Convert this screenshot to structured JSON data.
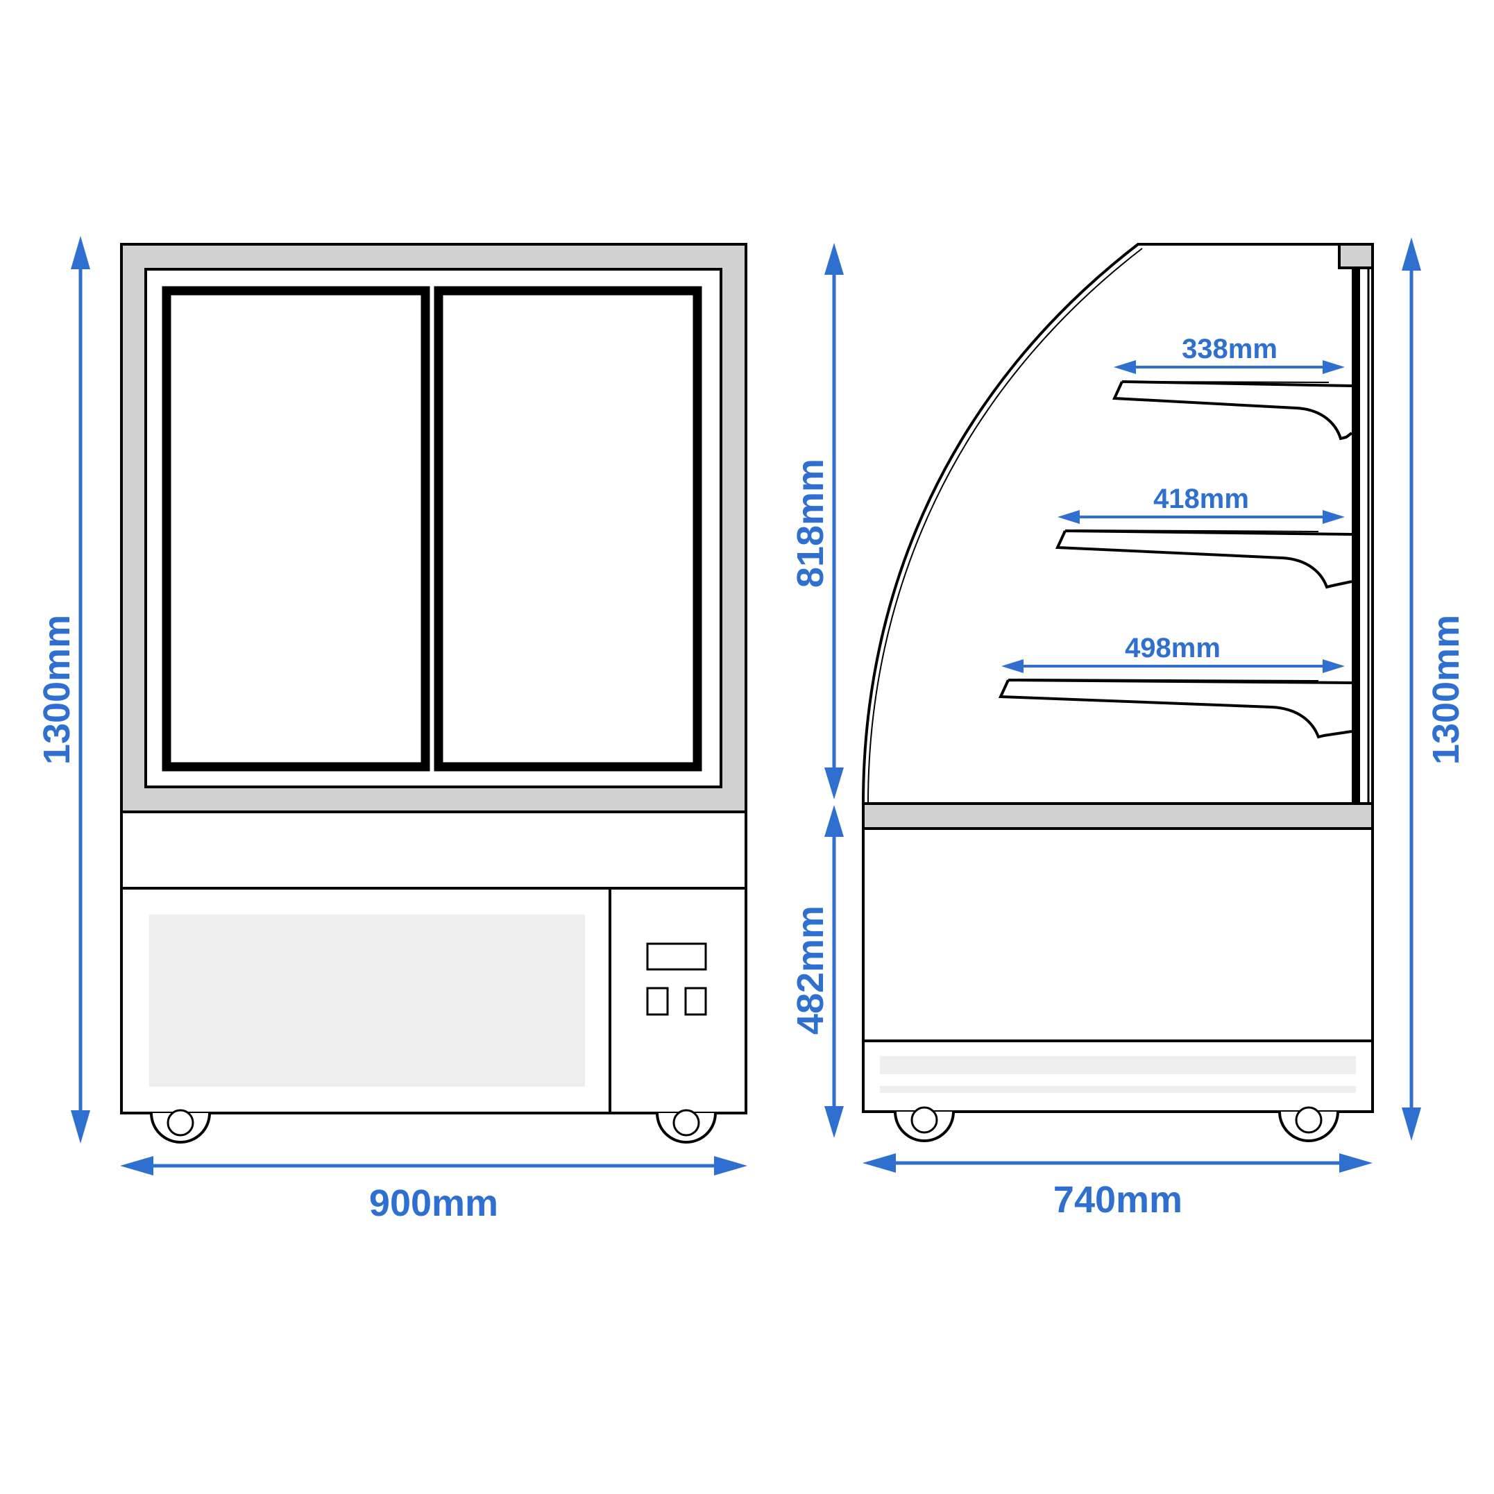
{
  "colors": {
    "dimension": "#2e6fcf",
    "outline": "#000000",
    "frame_gray": "#d2d2d2",
    "panel_light": "#eeeeee",
    "background": "#ffffff"
  },
  "front_view": {
    "height_label": "1300mm",
    "width_label": "900mm"
  },
  "side_view": {
    "upper_height_label": "818mm",
    "lower_height_label": "482mm",
    "total_height_label": "1300mm",
    "depth_label": "740mm",
    "shelves": [
      {
        "label": "338mm"
      },
      {
        "label": "418mm"
      },
      {
        "label": "498mm"
      }
    ]
  }
}
